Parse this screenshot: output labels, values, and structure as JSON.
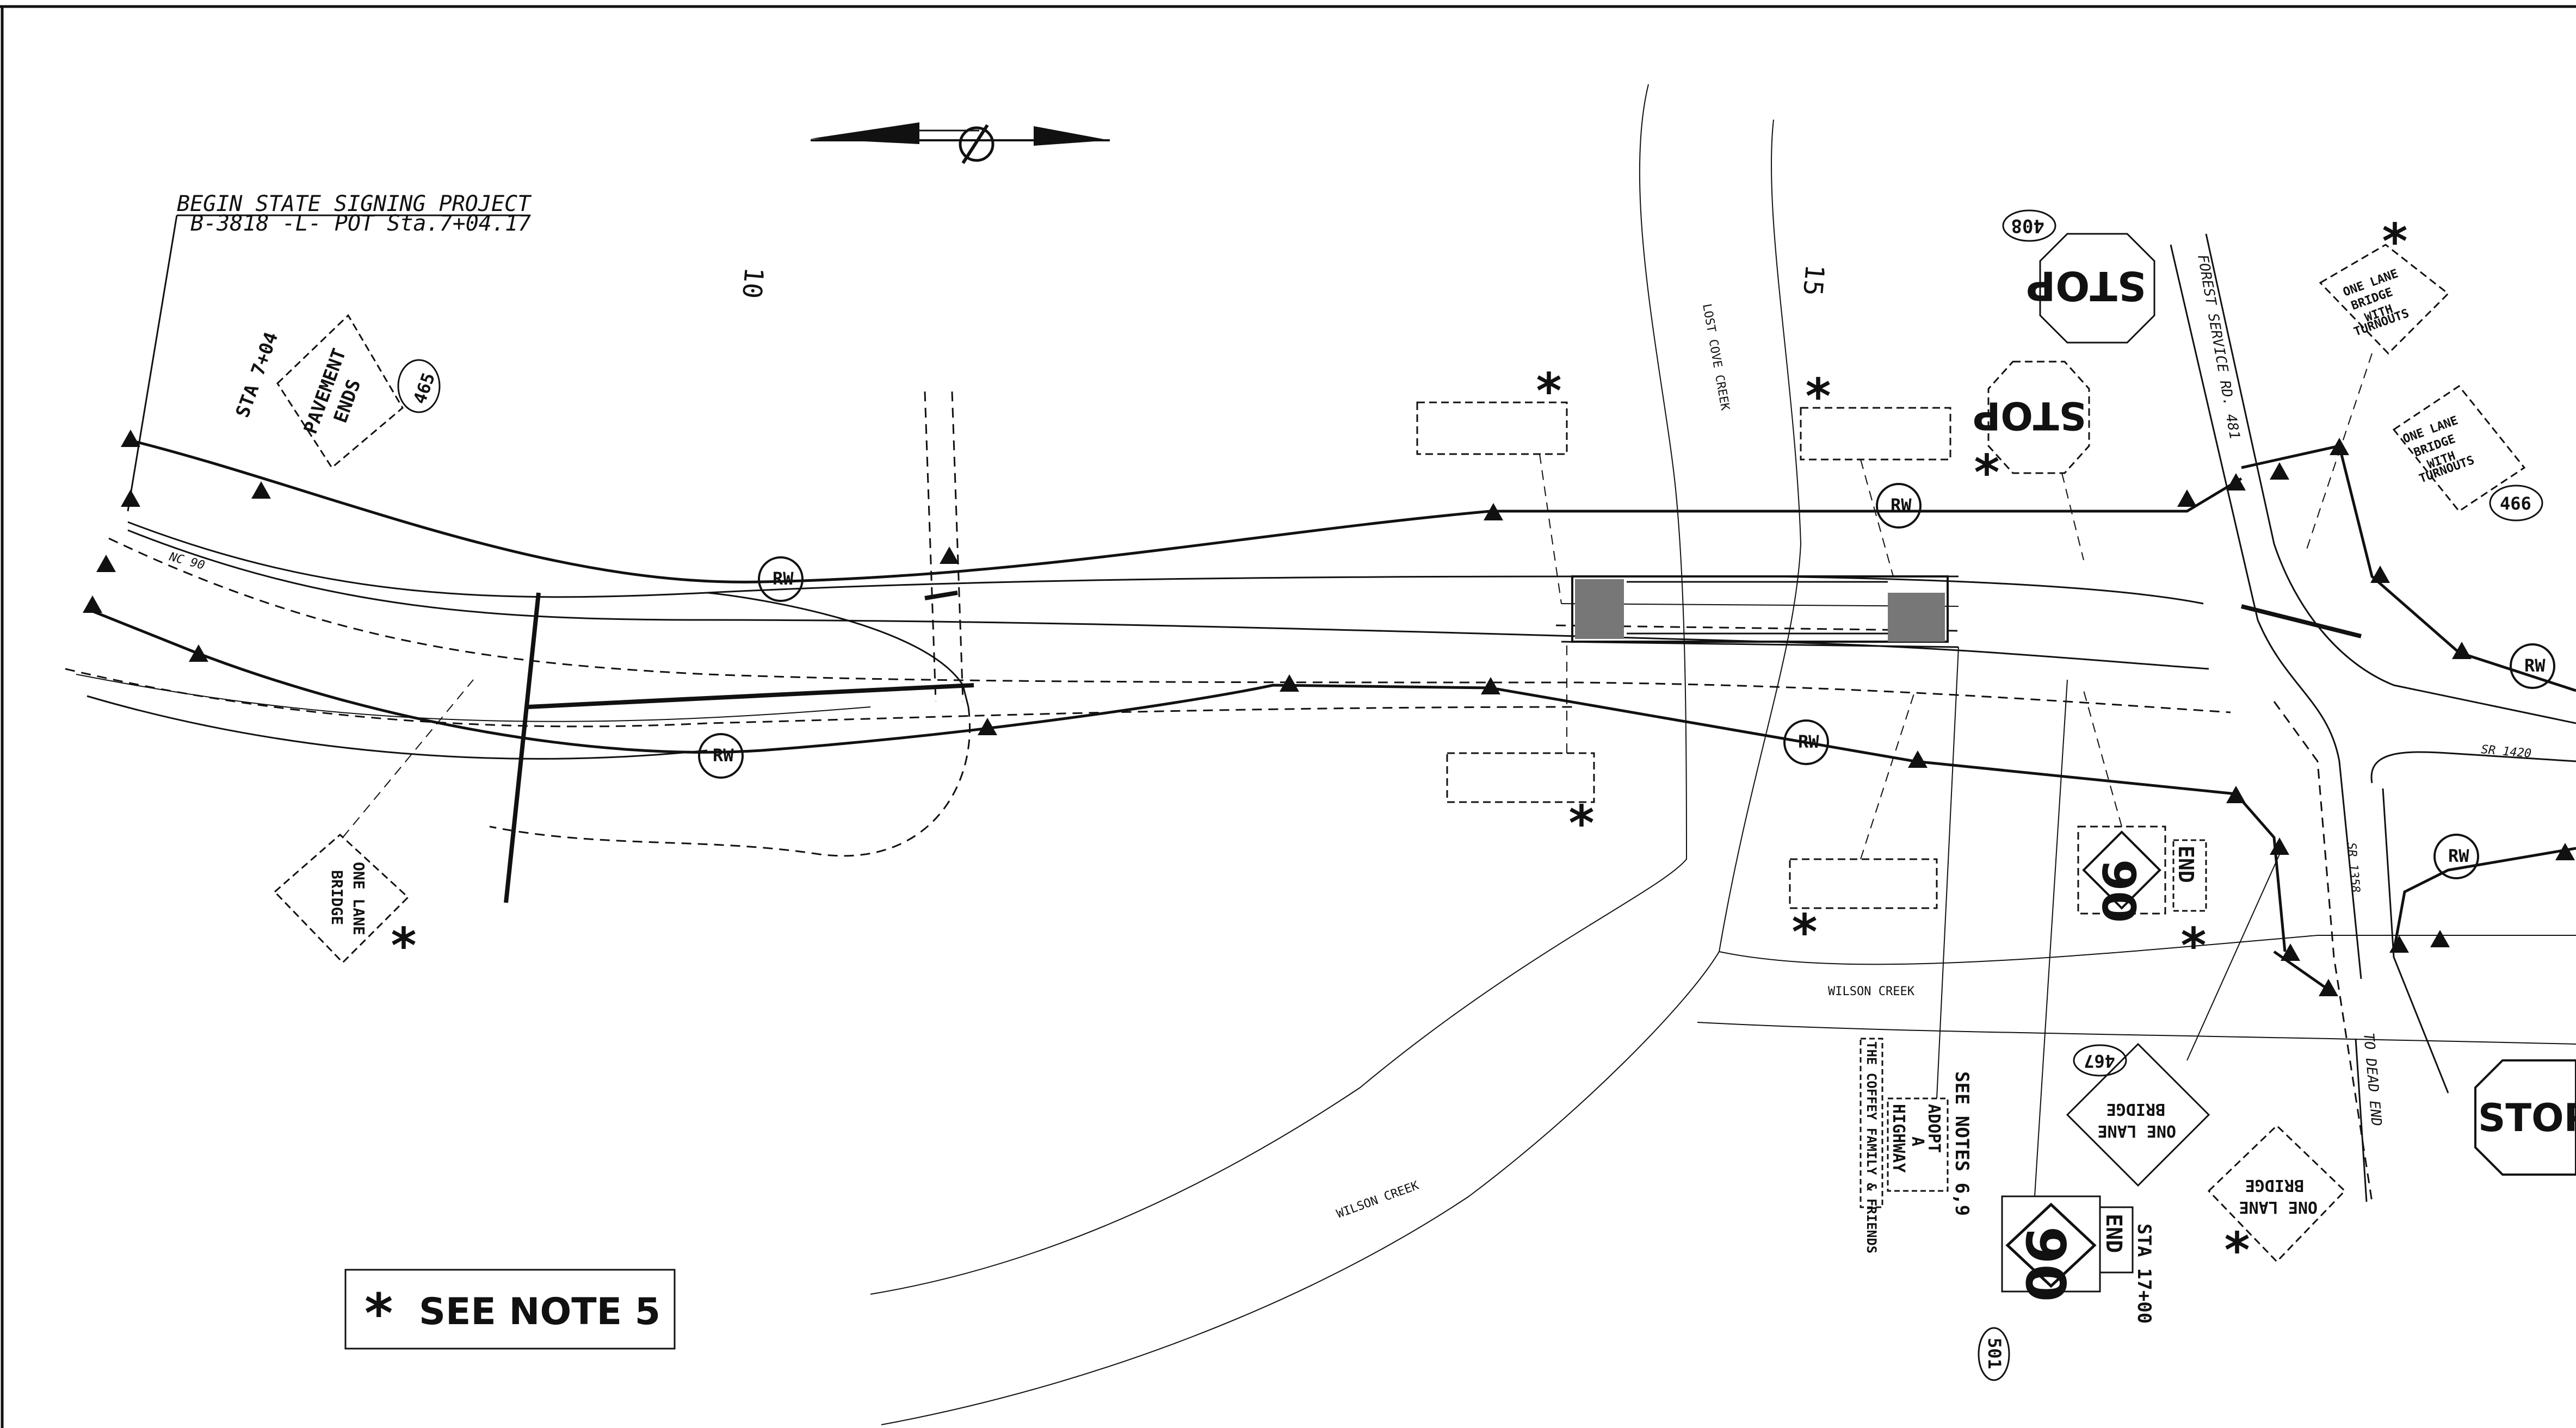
{
  "begin_label": {
    "line1": "BEGIN STATE SIGNING PROJECT",
    "line2": "B-3818 -L- POT Sta.7+04.17"
  },
  "station_numbers": {
    "s10": "10",
    "s15": "15"
  },
  "roads": {
    "nc90": "NC 90",
    "forest_service_rd": "FOREST SERVICE RD. 481",
    "sr1420": "SR 1420",
    "sr1358": "SR 1358",
    "to_dead_end": "TO DEAD END"
  },
  "creeks": {
    "lost_cove": "LOST COVE CREEK",
    "wilson_upper": "WILSON CREEK",
    "wilson_lower": "WILSON CREEK"
  },
  "right_of_way": "RW",
  "signs": {
    "pavement_ends": {
      "id": "465",
      "station": "STA 7+04",
      "line1": "PAVEMENT",
      "line2": "ENDS"
    },
    "one_lane_bridge_left": {
      "line1": "ONE LANE",
      "line2": "BRIDGE"
    },
    "stop_408": {
      "id": "408",
      "text": "STOP"
    },
    "stop_mid": {
      "text": "STOP"
    },
    "stop_right": {
      "text": "STOP"
    },
    "one_lane_bridge_turnouts_top": {
      "line1": "ONE LANE",
      "line2": "BRIDGE",
      "line3": "WITH",
      "line4": "TURNOUTS"
    },
    "one_lane_bridge_turnouts_466": {
      "id": "466",
      "line1": "ONE LANE",
      "line2": "BRIDGE",
      "line3": "WITH",
      "line4": "TURNOUTS"
    },
    "end_90_upper": {
      "route": "90",
      "end": "END"
    },
    "end_90_lower": {
      "id": "501",
      "route": "90",
      "end": "END",
      "station": "STA 17+00"
    },
    "one_lane_bridge_467": {
      "id": "467",
      "line1": "ONE LANE",
      "line2": "BRIDGE"
    },
    "one_lane_bridge_right": {
      "line1": "ONE LANE",
      "line2": "BRIDGE"
    },
    "adopt_highway": {
      "line1": "ADOPT",
      "line2": "A",
      "line3": "HIGHWAY",
      "family": "THE COFFEY FAMILY & FRIENDS",
      "notes": "SEE NOTES 6,9"
    }
  },
  "asterisk": "*",
  "note_box": {
    "star": "*",
    "text": "SEE NOTE 5"
  }
}
